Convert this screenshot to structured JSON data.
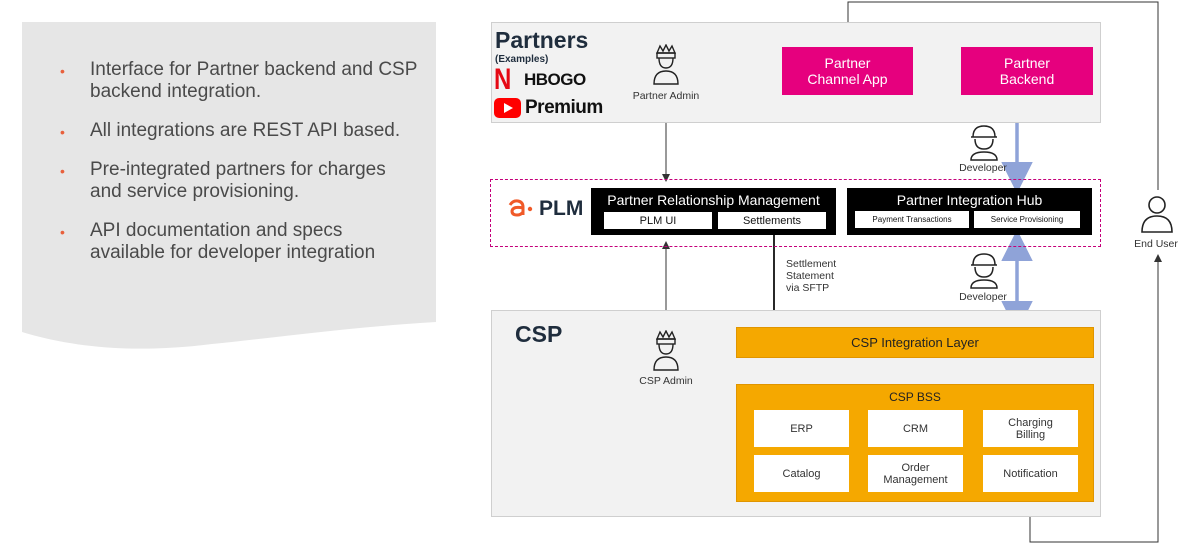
{
  "bullets": [
    "Interface for Partner backend and CSP backend integration.",
    "All integrations are REST API based.",
    "Pre-integrated partners for charges and service provisioning.",
    "API documentation and specs available for developer integration"
  ],
  "partners": {
    "title": "Partners",
    "subtitle": "(Examples)",
    "logo_netflix": "N",
    "logo_hbo": "HBOGO",
    "logo_youtube": "Premium",
    "admin_label": "Partner Admin",
    "channel_app": "Partner Channel App",
    "backend": "Partner Backend"
  },
  "developer_top": "Developer",
  "developer_bottom": "Developer",
  "end_user": "End User",
  "plm": {
    "brand": "PLM",
    "prm_title": "Partner Relationship Management",
    "prm_items": [
      "PLM UI",
      "Settlements"
    ],
    "hub_title": "Partner Integration Hub",
    "hub_items": [
      "Payment Transactions",
      "Service Provisioning"
    ]
  },
  "settlement_note": [
    "Settlement",
    "Statement",
    "via SFTP"
  ],
  "csp": {
    "title": "CSP",
    "admin_label": "CSP Admin",
    "integration_layer": "CSP Integration Layer",
    "bss_title": "CSP BSS",
    "bss_items": [
      "ERP",
      "CRM",
      "Charging Billing",
      "Catalog",
      "Order Management",
      "Notification"
    ]
  },
  "colors": {
    "magenta": "#e6007e",
    "orange": "#f5a800",
    "accent_bullet": "#e8603c",
    "arrow_blue": "#8fa3d8",
    "plm_brand": "#f05a28"
  },
  "icons": [
    "admin-crown-person-icon",
    "developer-helmet-icon",
    "end-user-person-icon",
    "netflix-logo",
    "hbo-go-logo",
    "youtube-logo"
  ]
}
